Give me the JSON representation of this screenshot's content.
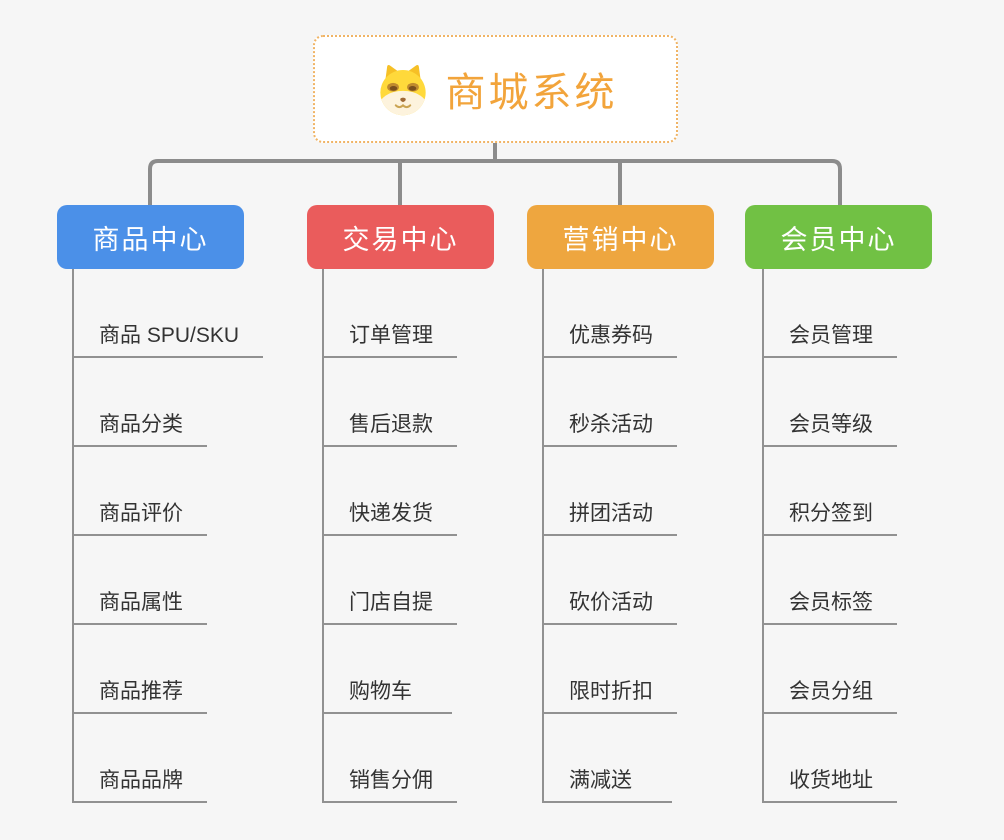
{
  "root": {
    "title": "商城系统",
    "icon": "doge-icon"
  },
  "colors": {
    "background": "#f6f6f6",
    "connector": "#8c8c8c",
    "leaf_line": "#919191",
    "leaf_text": "#333333",
    "root_text": "#f2a43b",
    "root_border": "#f0b465"
  },
  "branches": [
    {
      "id": "product-center",
      "label": "商品中心",
      "color": "#4b90e8",
      "items": [
        "商品 SPU/SKU",
        "商品分类",
        "商品评价",
        "商品属性",
        "商品推荐",
        "商品品牌"
      ]
    },
    {
      "id": "trade-center",
      "label": "交易中心",
      "color": "#ea5c5c",
      "items": [
        "订单管理",
        "售后退款",
        "快递发货",
        "门店自提",
        "购物车",
        "销售分佣"
      ]
    },
    {
      "id": "marketing-center",
      "label": "营销中心",
      "color": "#eea63f",
      "items": [
        "优惠券码",
        "秒杀活动",
        "拼团活动",
        "砍价活动",
        "限时折扣",
        "满减送"
      ]
    },
    {
      "id": "member-center",
      "label": "会员中心",
      "color": "#71c144",
      "items": [
        "会员管理",
        "会员等级",
        "积分签到",
        "会员标签",
        "会员分组",
        "收货地址"
      ]
    }
  ]
}
